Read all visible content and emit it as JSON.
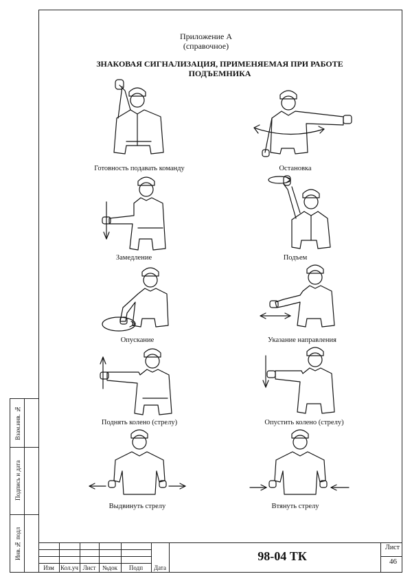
{
  "header": {
    "appendix_line": "Приложение А",
    "appendix_note": "(справочное)",
    "title_line1": "ЗНАКОВАЯ СИГНАЛИЗАЦИЯ, ПРИМЕНЯЕМАЯ ПРИ РАБОТЕ",
    "title_line2": "ПОДЪЕМНИКА"
  },
  "signals": [
    {
      "label": "Готовность подавать команду"
    },
    {
      "label": "Остановка"
    },
    {
      "label": "Замедление"
    },
    {
      "label": "Подъем"
    },
    {
      "label": "Опускание"
    },
    {
      "label": "Указание направления"
    },
    {
      "label": "Поднять колено (стрелу)"
    },
    {
      "label": "Опустить колено (стрелу)"
    },
    {
      "label": "Выдвинуть стрелу"
    },
    {
      "label": "Втянуть стрелу"
    }
  ],
  "side_stamp": {
    "cells": [
      "Взам.инв. №",
      "Подпись и дата",
      "Инв.№ подл"
    ]
  },
  "title_block": {
    "columns": [
      "Изм",
      "Кол.уч",
      "Лист",
      "№док",
      "Подп",
      "Дата"
    ],
    "doc_code": "98-04 ТК",
    "sheet_label": "Лист",
    "sheet_number": "46"
  }
}
